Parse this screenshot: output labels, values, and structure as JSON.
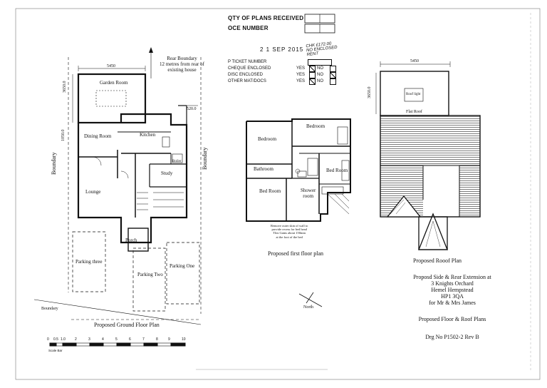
{
  "header": {
    "qty_label": "QTY OF PLANS RECEIVED",
    "oce_label": "OCE NUMBER",
    "date_stamp": "2 1 SEP 2015",
    "handwritten_note": "CHK £172.00 NO ENCLOSED RENT"
  },
  "checklist": {
    "rows": [
      {
        "label": "P TICKET NUMBER",
        "yes": "",
        "no": "",
        "yes_checked": false,
        "no_checked": false
      },
      {
        "label": "CHEQUE ENCLOSED",
        "yes": "YES",
        "no": "NO",
        "yes_checked": true,
        "no_checked": false
      },
      {
        "label": "DISC ENCLOSED",
        "yes": "YES",
        "no": "NO",
        "yes_checked": false,
        "no_checked": true
      },
      {
        "label": "OTHER MAT/DOCS",
        "yes": "YES",
        "no": "NO",
        "yes_checked": true,
        "no_checked": false
      }
    ]
  },
  "ground_floor": {
    "dim_width": "5450",
    "dim_side": "3650.0",
    "dim_left": "1050.0",
    "dim_right": "520.0",
    "rear_boundary_note": "Rear Boundary\n12 metres from rear of\nexisting house",
    "rooms": {
      "garden_room": "Garden Room",
      "dining_room": "Dining Room",
      "kitchen": "Kitchen",
      "boiler": "Boiler",
      "study": "Study",
      "lounge": "Lounge",
      "porch": "Porch",
      "parking_three": "Parking three",
      "parking_two": "Parking Two",
      "parking_one": "Parking One"
    },
    "boundary_left": "Boundary",
    "boundary_right": "Boundary",
    "boundary_bottom": "Boundary",
    "caption": "Proposed Ground Floor Plan"
  },
  "first_floor": {
    "rooms": {
      "bedroom_1": "Bedroom",
      "bedroom_2": "Bedroom",
      "bathroom": "Bathroom",
      "bed_room_1": "Bed Room",
      "bed_room_2": "Bed Room",
      "shower_room": "Shower\nroom"
    },
    "note": "Remove outer skin of wall to\nprovide recess for bed head\nThis Gains about 150mm\nat the foot of the bed",
    "caption": "Proposed first floor plan"
  },
  "roof": {
    "dim_width": "5450",
    "dim_side": "3650.0",
    "roof_light": "Roof light",
    "flat_roof": "Flat Roof",
    "caption": "Proposed Rooof Plan"
  },
  "north_label": "North",
  "scale_bar": {
    "ticks": [
      "0",
      "0.5",
      "1.0",
      "2",
      "3",
      "4",
      "5",
      "6",
      "7",
      "8",
      "9",
      "10"
    ],
    "label": "Scale Bar"
  },
  "title_block": {
    "line1": "Proposd Side & Rear Extension at",
    "line2": "3 Knights Orchard",
    "line3": "Hemel Hempstead",
    "line4": "HP1 3QA",
    "line5": "for Mr & Mrs James",
    "subtitle": "Proposed Floor & Roof  Plans",
    "drawing_number": "Drg No P1502-2 Rev B"
  }
}
